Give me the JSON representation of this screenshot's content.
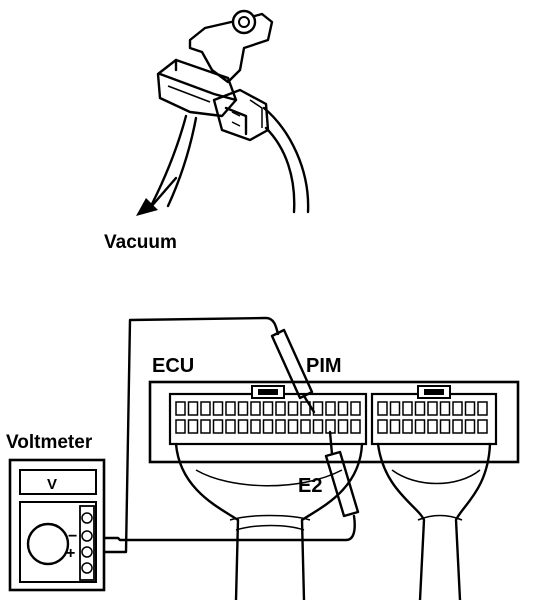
{
  "labels": {
    "vacuum": "Vacuum",
    "ecu": "ECU",
    "pim": "PIM",
    "e2": "E2",
    "voltmeter": "Voltmeter",
    "meter_unit": "V",
    "minus": "−",
    "plus": "+"
  }
}
